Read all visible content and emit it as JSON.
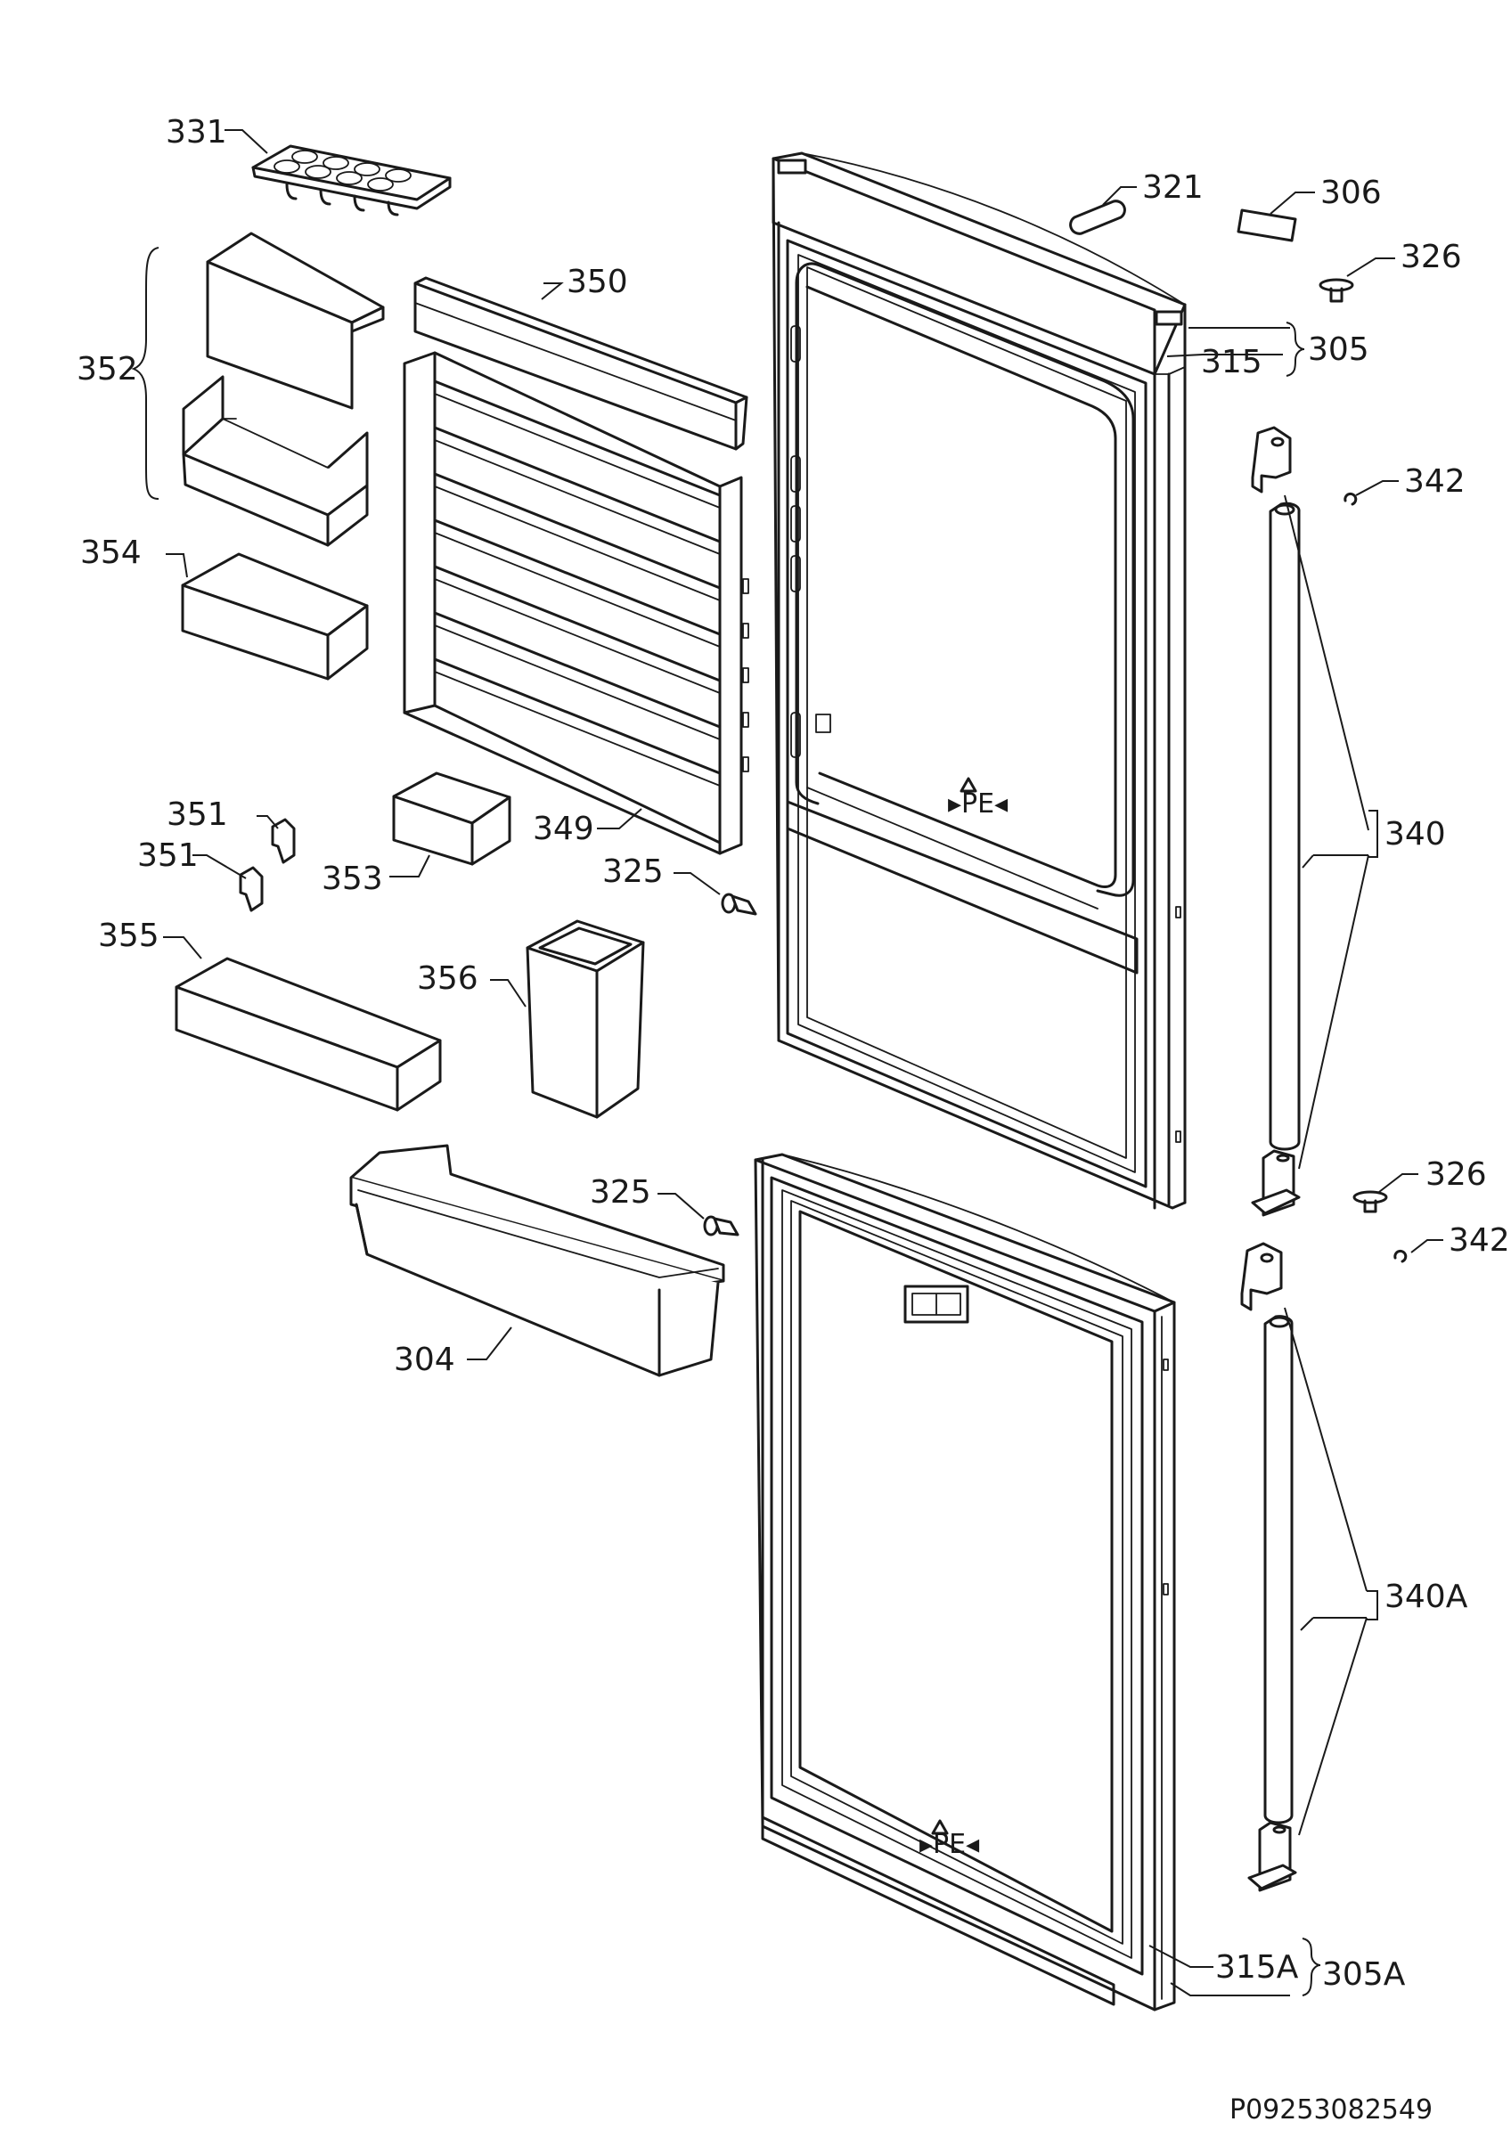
{
  "labels": {
    "p331": "331",
    "p352": "352",
    "p350": "350",
    "p354": "354",
    "p351a": "351",
    "p351b": "351",
    "p353": "353",
    "p349": "349",
    "p355": "355",
    "p356": "356",
    "p325a": "325",
    "p325b": "325",
    "p304": "304",
    "p321": "321",
    "p306": "306",
    "p326a": "326",
    "p305": "305",
    "p315": "315",
    "p342a": "342",
    "p340": "340",
    "p326b": "326",
    "p342b": "342",
    "p340A": "340A",
    "p315A": "315A",
    "p305A": "305A"
  },
  "drawing_code": "P09253082549"
}
